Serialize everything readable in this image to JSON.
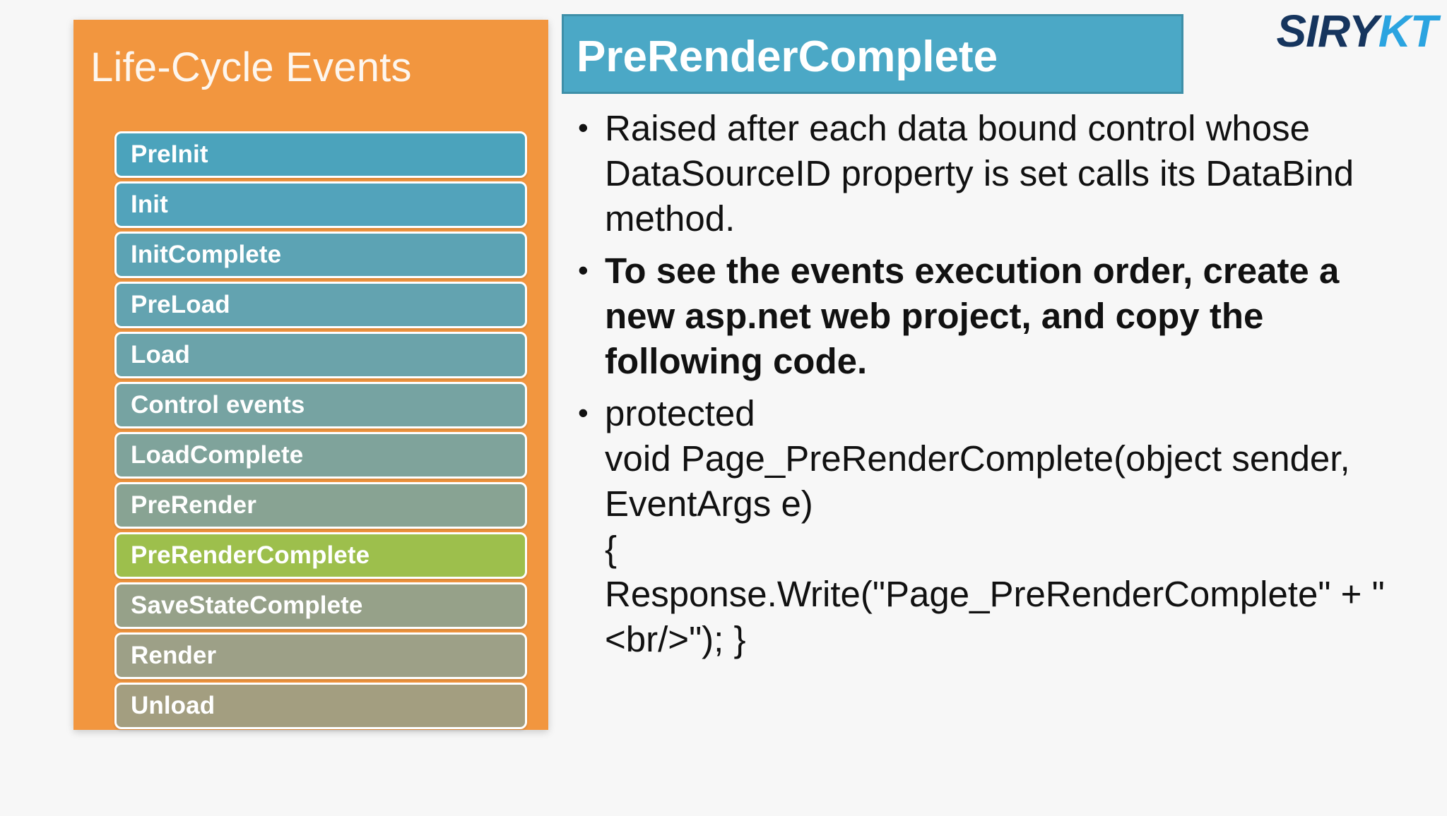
{
  "background_color": "#f7f7f7",
  "logo": {
    "part1": "SIRY",
    "part2": "KT",
    "part1_color": "#16355E",
    "part2_color": "#2BA4E0"
  },
  "lifecycle_panel": {
    "title": "Life-Cycle Events",
    "panel_color": "#F2963F",
    "title_color": "#FDF6EE",
    "highlight_color": "#9DBF4C",
    "items": [
      {
        "label": "PreInit",
        "color": "#4BA3BC",
        "highlighted": false
      },
      {
        "label": "Init",
        "color": "#52A3BB",
        "highlighted": false
      },
      {
        "label": "InitComplete",
        "color": "#5CA3B4",
        "highlighted": false
      },
      {
        "label": "PreLoad",
        "color": "#63A3B0",
        "highlighted": false
      },
      {
        "label": "Load",
        "color": "#6BA3AA",
        "highlighted": false
      },
      {
        "label": "Control events",
        "color": "#76A3A2",
        "highlighted": false
      },
      {
        "label": "LoadComplete",
        "color": "#7FA39B",
        "highlighted": false
      },
      {
        "label": "PreRender",
        "color": "#88A393",
        "highlighted": false
      },
      {
        "label": "PreRenderComplete",
        "color": "#9DBF4C",
        "highlighted": true
      },
      {
        "label": "SaveStateComplete",
        "color": "#96A189",
        "highlighted": false
      },
      {
        "label": "Render",
        "color": "#9DA087",
        "highlighted": false
      },
      {
        "label": "Unload",
        "color": "#A39E80",
        "highlighted": false
      }
    ]
  },
  "content": {
    "header_title": "PreRenderComplete",
    "header_bg": "#4BA8C6",
    "header_border": "#3E8FA8",
    "bullet_marker": "•",
    "bullets": [
      {
        "text": "Raised after each data bound control whose DataSourceID property is set calls its DataBind method.",
        "bold": false
      },
      {
        "text": "To see the events execution order, create a new asp.net web project, and copy the following code.",
        "bold": true
      },
      {
        "text": "protected\nvoid Page_PreRenderComplete(object sender, EventArgs e)\n{\nResponse.Write(\"Page_PreRenderComplete\" + \"<br/>\"); }",
        "bold": false
      }
    ]
  }
}
